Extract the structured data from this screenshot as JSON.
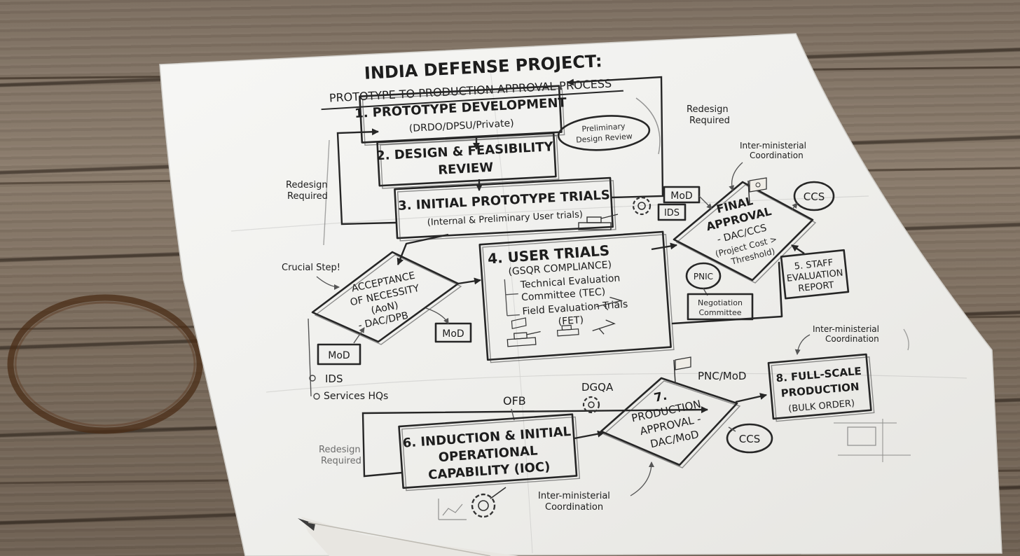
{
  "title": {
    "line1": "INDIA DEFENSE PROJECT:",
    "line2": "PROTOTYPE TO PRODUCTION APPROVAL PROCESS"
  },
  "steps": {
    "s1": {
      "title": "1. PROTOTYPE DEVELOPMENT",
      "sub": "(DRDO/DPSU/Private)"
    },
    "s2": {
      "line1": "2. DESIGN & FEASIBILITY",
      "line2": "REVIEW",
      "note_line1": "Preliminary",
      "note_line2": "Design Review"
    },
    "s3": {
      "title": "3. INITIAL PROTOTYPE TRIALS",
      "sub": "(Internal & Preliminary User trials)"
    },
    "aon": {
      "line1": "ACCEPTANCE",
      "line2": "OF NECESSITY",
      "line3": "(AoN)",
      "line4": "- DAC/DPB"
    },
    "s4": {
      "title": "4. USER TRIALS",
      "sub": "(GSQR COMPLIANCE)",
      "item1_line1": "Technical Evaluation",
      "item1_line2": "Committee (TEC)",
      "item2_line1": "Field Evaluation Trials",
      "item2_line2": "(FET)"
    },
    "final": {
      "line1": "FINAL",
      "line2": "APPROVAL",
      "line3": "- DAC/CCS",
      "line4": "(Project Cost >",
      "line5": "Threshold)"
    },
    "s5": {
      "line1": "5. STAFF",
      "line2": "EVALUATION",
      "line3": "REPORT"
    },
    "s6": {
      "line1": "6. INDUCTION & INITIAL",
      "line2": "OPERATIONAL",
      "line3": "CAPABILITY (IOC)"
    },
    "s7": {
      "line1": "7.",
      "line2": "PRODUCTION",
      "line3": "APPROVAL -",
      "line4": "DAC/MoD"
    },
    "s8": {
      "line1": "8. FULL-SCALE",
      "line2": "PRODUCTION",
      "line3": "(BULK ORDER)"
    }
  },
  "labels": {
    "redesign_left_1": "Redesign",
    "redesign_left_2": "Required",
    "redesign_right_1": "Redesign",
    "redesign_right_2": "Required",
    "redesign_bottom_1": "Redesign",
    "redesign_bottom_2": "Required",
    "intermin_top_1": "Inter-ministerial",
    "intermin_top_2": "Coordination",
    "intermin_mid_1": "Inter-ministerial",
    "intermin_mid_2": "Coordination",
    "intermin_bottom_1": "Inter-ministerial",
    "intermin_bottom_2": "Coordination",
    "crucial": "Crucial Step!",
    "mod_top": "MoD",
    "ids_top": "IDS",
    "ccs_top": "CCS",
    "pnic": "PNIC",
    "negotiation_1": "Negotiation",
    "negotiation_2": "Committee",
    "mod_aon": "MoD",
    "mod_left": "MoD",
    "ids_left": "IDS",
    "services": "Services HQs",
    "ofb": "OFB",
    "dgqa": "DGQA",
    "pnc_mod": "PNC/MoD",
    "ccs_bottom": "CCS"
  }
}
